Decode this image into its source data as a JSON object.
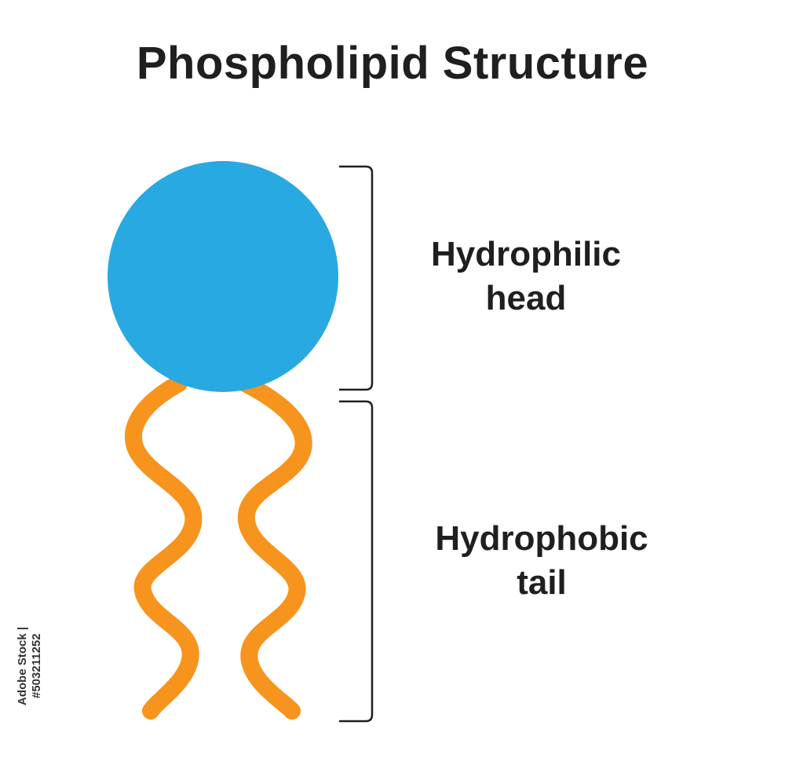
{
  "title": "Phospholipid Structure",
  "labels": {
    "head_line1": "Hydrophilic",
    "head_line2": "head",
    "tail_line1": "Hydrophobic",
    "tail_line2": "tail"
  },
  "stock_id": "Adobe Stock | #503211252",
  "colors": {
    "head": "#29a9e1",
    "tail": "#f7941d",
    "bracket": "#1f1f1f",
    "text": "#1f1f1f"
  }
}
